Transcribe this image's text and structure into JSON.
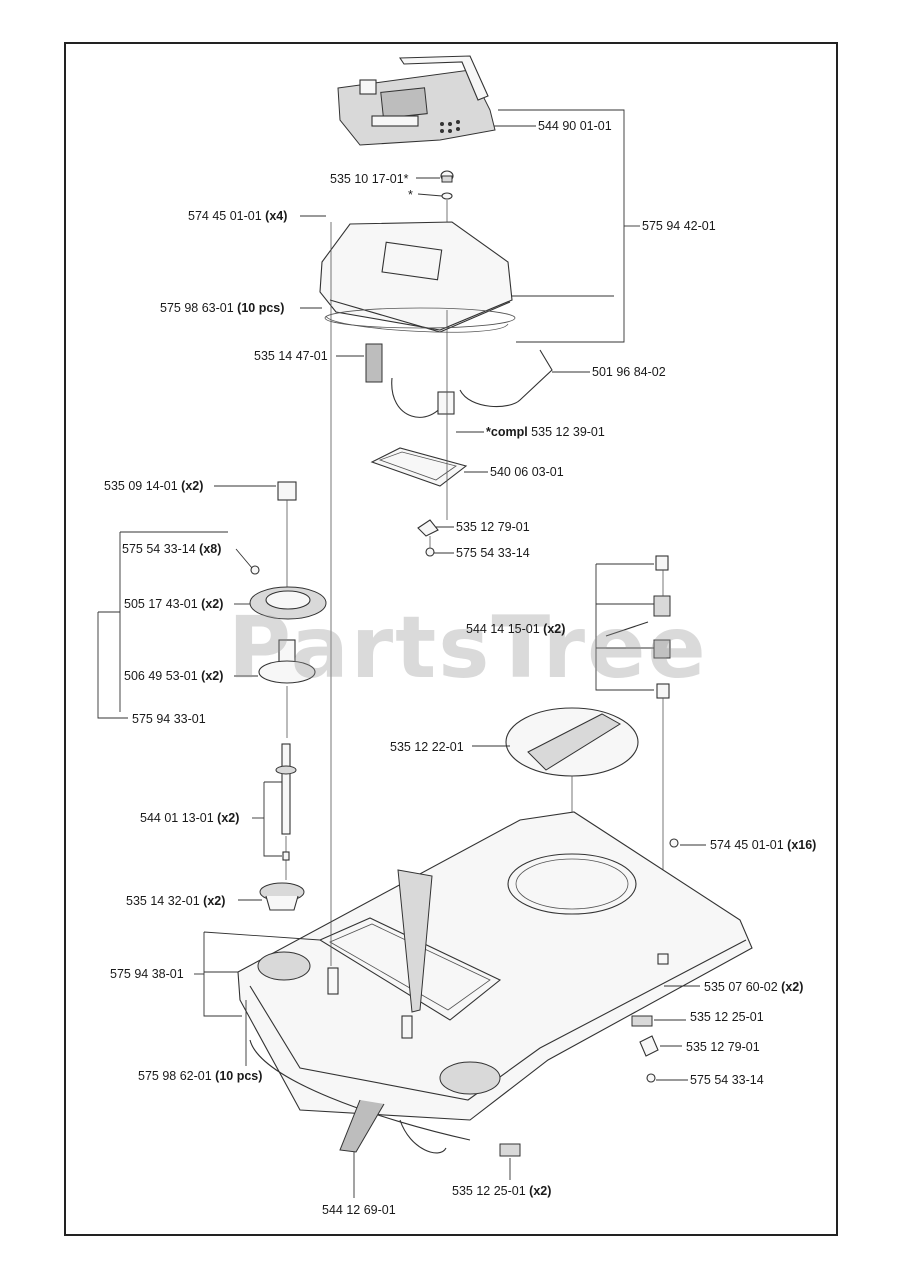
{
  "watermark": "PartsTree",
  "labels": {
    "l1": {
      "text": "544 90 01-01",
      "qty": ""
    },
    "l2": {
      "text": "535 10 17-01*",
      "qty": ""
    },
    "l3": {
      "text": "*",
      "qty": ""
    },
    "l4": {
      "text": "575 94 42-01",
      "qty": ""
    },
    "l5": {
      "text": "574 45 01-01 ",
      "qty": "(x4)"
    },
    "l6": {
      "text": "575 98 63-01 ",
      "qty": "(10 pcs)"
    },
    "l7": {
      "text": "535 14 47-01",
      "qty": ""
    },
    "l8": {
      "text": "501 96 84-02",
      "qty": ""
    },
    "l9": {
      "text": " 535 12 39-01",
      "qty": "*compl"
    },
    "l10": {
      "text": "540 06 03-01",
      "qty": ""
    },
    "l11": {
      "text": "535 09 14-01 ",
      "qty": "(x2)"
    },
    "l12": {
      "text": "535 12 79-01",
      "qty": ""
    },
    "l13": {
      "text": "575 54 33-14",
      "qty": ""
    },
    "l14": {
      "text": "575 54 33-14 ",
      "qty": "(x8)"
    },
    "l15": {
      "text": "505 17 43-01 ",
      "qty": "(x2)"
    },
    "l16": {
      "text": "544 14 15-01 ",
      "qty": "(x2)"
    },
    "l17": {
      "text": "506 49 53-01 ",
      "qty": "(x2)"
    },
    "l18": {
      "text": "575 94 33-01",
      "qty": ""
    },
    "l19": {
      "text": "535 12 22-01",
      "qty": ""
    },
    "l20": {
      "text": "544 01 13-01 ",
      "qty": "(x2)"
    },
    "l21": {
      "text": "574 45 01-01 ",
      "qty": "(x16)"
    },
    "l22": {
      "text": "535 14 32-01 ",
      "qty": "(x2)"
    },
    "l23": {
      "text": "575 94 38-01",
      "qty": ""
    },
    "l24": {
      "text": "535 07 60-02 ",
      "qty": "(x2)"
    },
    "l25": {
      "text": "535 12 25-01",
      "qty": ""
    },
    "l26": {
      "text": "535 12 79-01",
      "qty": ""
    },
    "l27": {
      "text": "575 98 62-01 ",
      "qty": "(10 pcs)"
    },
    "l28": {
      "text": "575 54 33-14",
      "qty": ""
    },
    "l29": {
      "text": "535 12 25-01 ",
      "qty": "(x2)"
    },
    "l30": {
      "text": "544 12 69-01",
      "qty": ""
    }
  }
}
